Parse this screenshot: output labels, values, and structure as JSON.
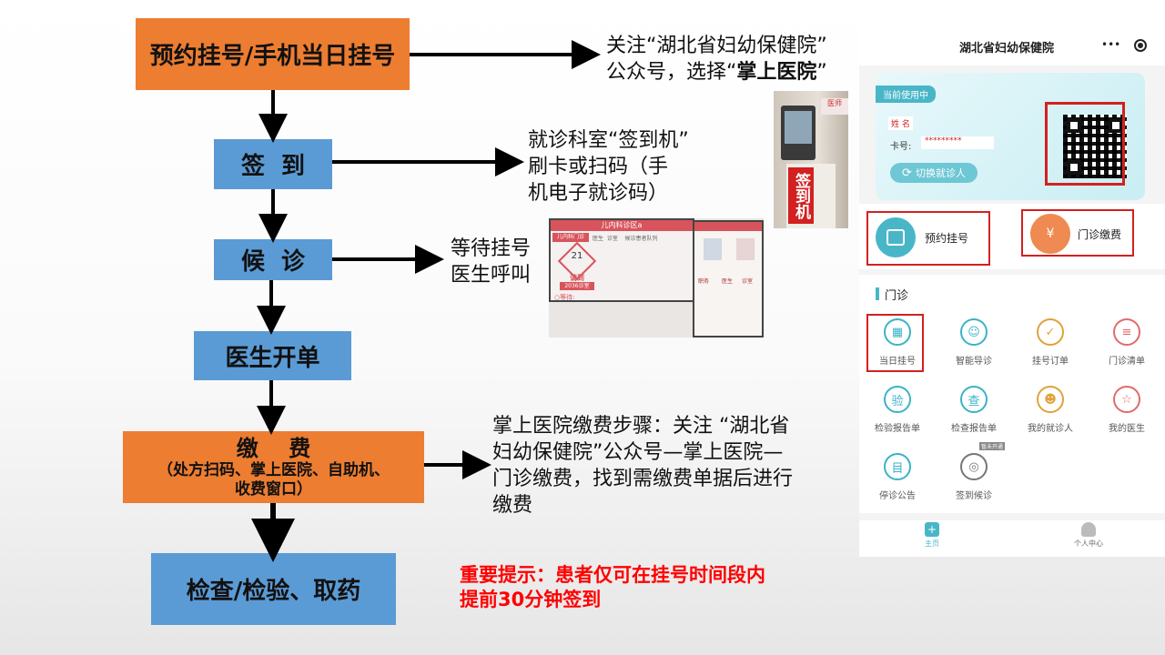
{
  "flow": {
    "step1": "预约挂号/手机当日挂号",
    "step2": "签  到",
    "step3": "候  诊",
    "step4": "医生开单",
    "step5_title": "缴    费",
    "step5_sub1": "（处方扫码、掌上医院、自助机、",
    "step5_sub2": "收费窗口）",
    "step6": "检查/检验、取药"
  },
  "notes": {
    "n1_line1": "关注“湖北省妇幼保健院”",
    "n1_line2a": "公众号，选择“",
    "n1_line2b": "掌上医院",
    "n1_line2c": "”",
    "n2_line1": "就诊科室“签到机”",
    "n2_line2": "刷卡或扫码（手",
    "n2_line3": "机电子就诊码）",
    "n3_line1": "等待挂号",
    "n3_line2": "医生呼叫",
    "n4_line1": "掌上医院缴费步骤：关注 “湖北省",
    "n4_line2": "妇幼保健院”公众号—掌上医院—",
    "n4_line3": "门诊缴费，找到需缴费单据后进行",
    "n4_line4": "缴费",
    "tip_line1": "重要提示：患者仅可在挂号时间段内",
    "tip_line2": "提前30分钟签到"
  },
  "photos": {
    "kiosk_text": "签到机",
    "kiosk_top": "医师",
    "screen_header": "儿内科诊区a",
    "screen_sub": "儿内科门诊",
    "screen_num": "21",
    "screen_status": "请到",
    "screen_room": "2036诊室",
    "screen_wait": "○等待:",
    "screen_tab1": "医生",
    "screen_tab2": "诊室",
    "screen_tab3": "候诊患者队列",
    "screen2_r1": "职务",
    "screen2_r2": "医生",
    "screen2_r3": "诊室"
  },
  "phone": {
    "title": "湖北省妇幼保健院",
    "more_icon": "•••",
    "current_badge": "当前使用中",
    "name_label": "姓 名",
    "card_label": "卡号:",
    "card_value": "*********",
    "switch_label": "切换就诊人",
    "big_btn1": "预约挂号",
    "big_btn2": "门诊缴费",
    "section_title": "门诊",
    "grid": [
      {
        "label": "当日挂号",
        "icon": "calendar-icon",
        "color": "#3bb3c6"
      },
      {
        "label": "智能导诊",
        "icon": "robot-icon",
        "color": "#3bb3c6"
      },
      {
        "label": "挂号订单",
        "icon": "calendar-check-icon",
        "color": "#e0a23a"
      },
      {
        "label": "门诊清单",
        "icon": "list-icon",
        "color": "#e06b6b"
      },
      {
        "label": "检验报告单",
        "icon": "test-report-icon",
        "color": "#3bb3c6"
      },
      {
        "label": "检查报告单",
        "icon": "exam-report-icon",
        "color": "#3bb3c6"
      },
      {
        "label": "我的就诊人",
        "icon": "patient-icon",
        "color": "#e0a23a"
      },
      {
        "label": "我的医生",
        "icon": "doctor-icon",
        "color": "#e06b6b"
      },
      {
        "label": "停诊公告",
        "icon": "notice-icon",
        "color": "#3bb3c6"
      },
      {
        "label": "签到候诊",
        "icon": "checkin-icon",
        "color": "#777777"
      }
    ],
    "grid_badge": "暂未开通",
    "nav_home": "主页",
    "nav_me": "个人中心"
  },
  "colors": {
    "orange": "#ed7d31",
    "blue": "#5b9bd5",
    "tip_red": "#ff0000",
    "frame_red": "#d32020"
  }
}
